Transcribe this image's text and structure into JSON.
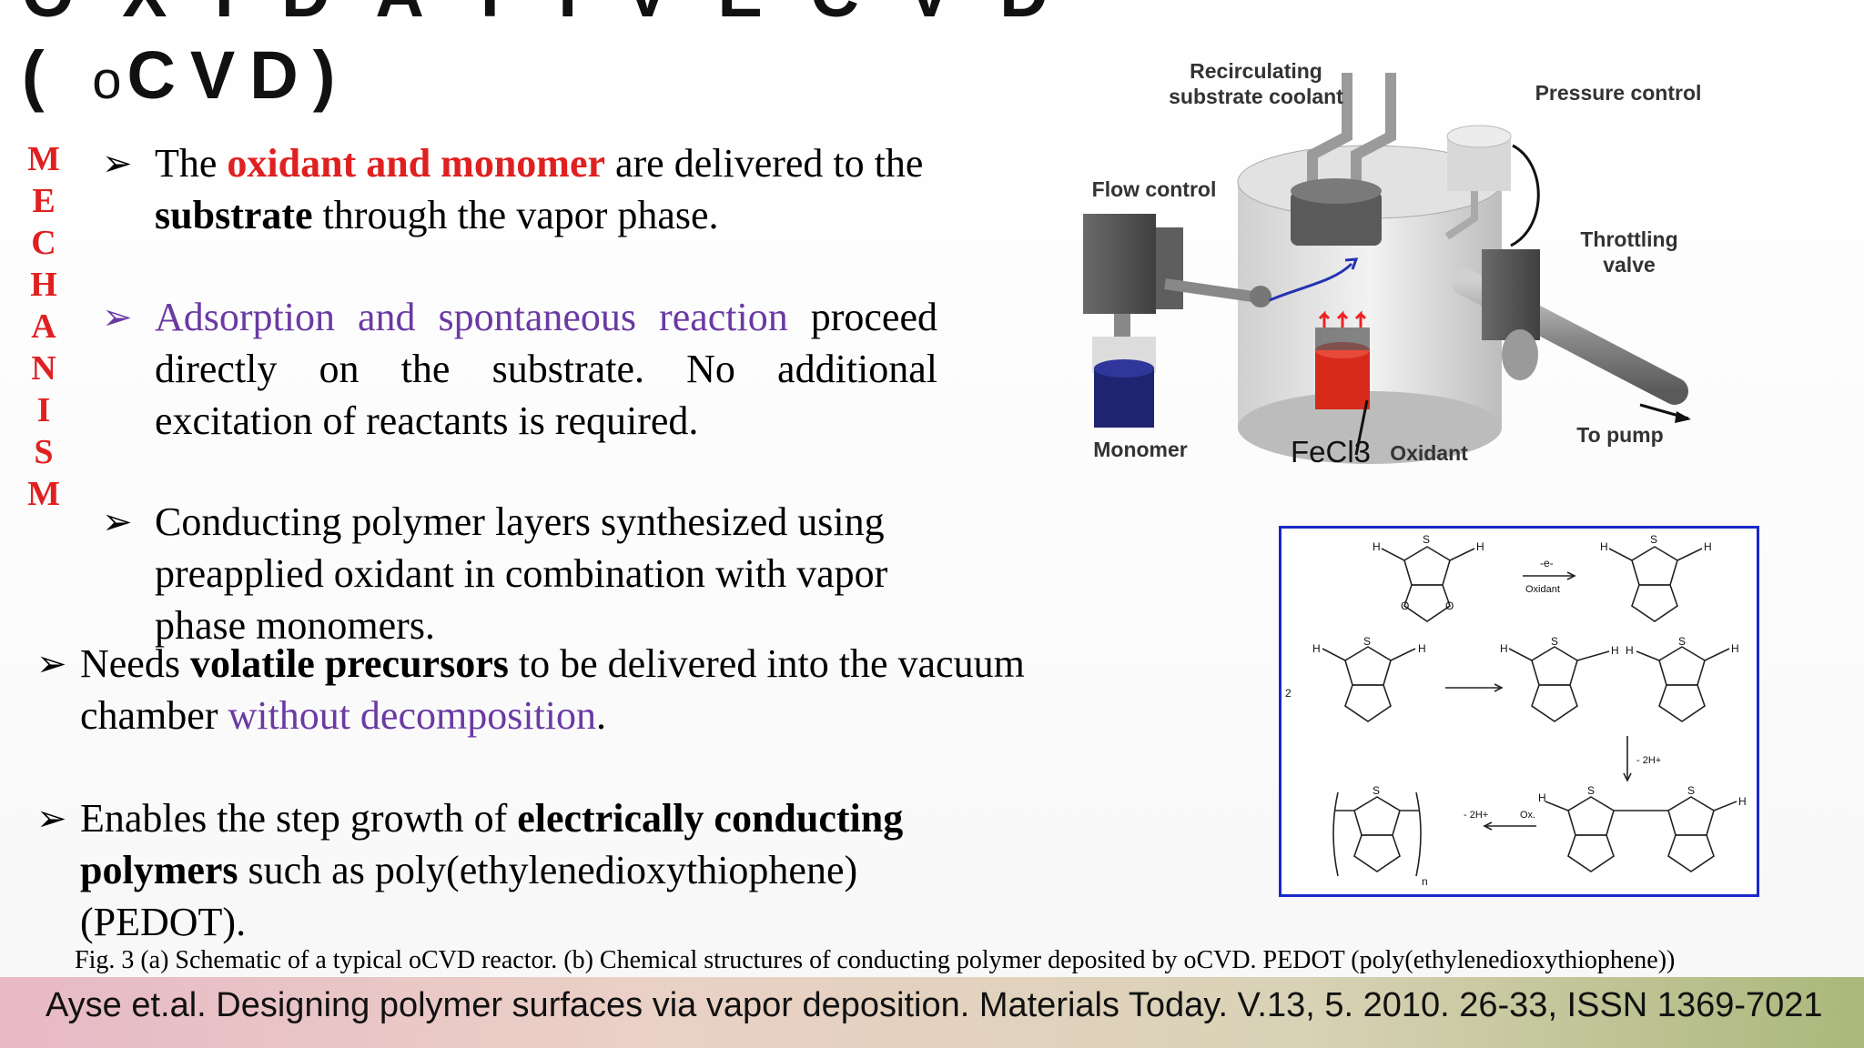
{
  "title": {
    "line1": "O X I D A T I V E   C V D",
    "line2_open": "(",
    "line2_o": "o",
    "line2_rest": "CVD)"
  },
  "side_label": [
    "M",
    "E",
    "C",
    "H",
    "A",
    "N",
    "I",
    "S",
    "M"
  ],
  "bullets": {
    "b1": {
      "prefix": "The ",
      "red": "oxidant and monomer",
      "mid": " are delivered to the ",
      "bold": "substrate",
      "suffix": " through the vapor phase."
    },
    "b2": {
      "purple": "Adsorption and spontaneous reaction",
      "rest": " proceed directly on the substrate. No additional excitation of reactants is required."
    },
    "b3": {
      "text": "Conducting polymer layers synthesized using preapplied oxidant in combination with vapor phase monomers."
    },
    "b4": {
      "prefix": "Needs ",
      "bold": "volatile precursors",
      "mid": " to be delivered into the vacuum chamber ",
      "purple": "without decomposition",
      "suffix": "."
    },
    "b5": {
      "prefix": "Enables the step growth of ",
      "bold": "electrically conducting polymers",
      "suffix": " such as poly(ethylenedioxythiophene) (PEDOT)."
    }
  },
  "diagram": {
    "recirculating": "Recirculating substrate coolant",
    "pressure_control": "Pressure control",
    "flow_control": "Flow control",
    "throttling_valve": "Throttling valve",
    "monomer": "Monomer",
    "fecl3": "FeCl3",
    "oxidant": "Oxidant",
    "to_pump": "To pump"
  },
  "chem": {
    "h": "H",
    "s": "S",
    "o": "O",
    "minus_e": "-e-",
    "oxidant": "Oxidant",
    "two": "2",
    "minus_2h": "- 2H+",
    "ox": "Ox.",
    "n": "n"
  },
  "caption": "Fig. 3 (a) Schematic of a typical oCVD reactor. (b) Chemical structures of conducting polymer deposited by oCVD. PEDOT (poly(ethylenedioxythiophene))",
  "footer": "Ayse et.al. Designing polymer surfaces via vapor deposition. Materials Today. V.13, 5. 2010. 26-33, ISSN 1369-7021",
  "colors": {
    "accent_red": "#e02020",
    "accent_purple": "#6a3aa3",
    "box_blue": "#1a27c9"
  }
}
